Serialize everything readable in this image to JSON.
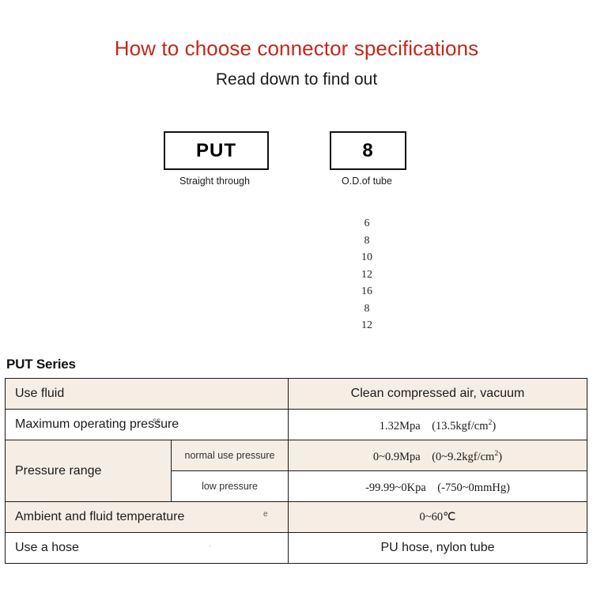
{
  "header": {
    "title": "How to choose connector specifications",
    "subtitle": "Read down to find out",
    "title_color": "#c2281e"
  },
  "selector": {
    "boxes": [
      {
        "code": "PUT",
        "caption": "Straight through",
        "name": "series-code"
      },
      {
        "code": "8",
        "caption": "O.D.of tube",
        "name": "od-code"
      }
    ],
    "od_options": [
      "6",
      "8",
      "10",
      "12",
      "16",
      "8",
      "12"
    ]
  },
  "spec": {
    "heading": "PUT Series",
    "row_colors": {
      "beige": "#f6ede4",
      "white": "#ffffff"
    },
    "rows": [
      {
        "label": "Use fluid",
        "value": "Clean compressed air, vacuum",
        "shade": "beige"
      },
      {
        "label": "Maximum operating pressure",
        "artifact": "ss",
        "value": "1.32Mpa　(13.5kgf/cm2)",
        "shade": "white"
      },
      {
        "label": "Pressure range",
        "sub_label": "normal use pressure",
        "value": "0~0.9Mpa　(0~9.2kgf/cm2)",
        "shade": "beige"
      },
      {
        "sub_label": "low pressure",
        "value": "-99.99~0Kpa　(-750~0mmHg)",
        "shade": "white"
      },
      {
        "label": "Ambient and fluid temperature",
        "artifact": "e",
        "value": "0~60℃",
        "shade": "beige"
      },
      {
        "label": "Use a hose",
        "value": "PU hose, nylon tube",
        "shade": "white"
      }
    ]
  }
}
